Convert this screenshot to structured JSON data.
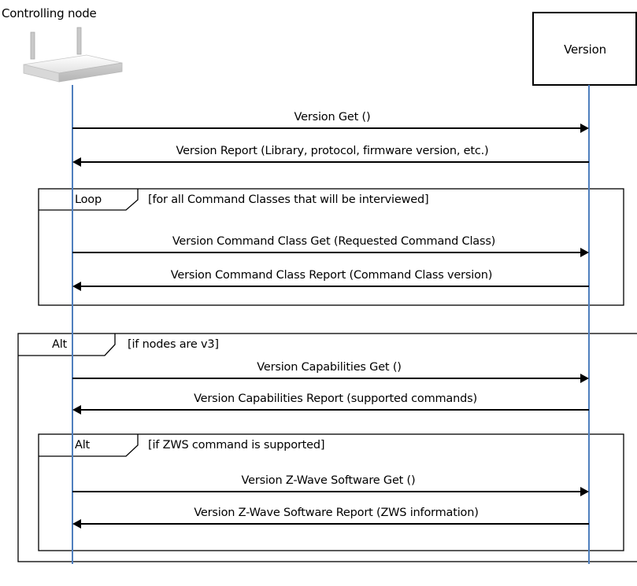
{
  "participants": {
    "controller": {
      "label": "Controlling node"
    },
    "version": {
      "label": "Version"
    }
  },
  "top_messages": [
    {
      "label": "Version Get ()",
      "direction": "to-version"
    },
    {
      "label": "Version Report (Library, protocol, firmware version, etc.)",
      "direction": "to-controller"
    }
  ],
  "loop": {
    "tag": "Loop",
    "condition": "[for all Command Classes that will be interviewed]",
    "messages": [
      {
        "label": "Version Command Class Get (Requested Command Class)",
        "direction": "to-version"
      },
      {
        "label": "Version Command Class Report (Command Class version)",
        "direction": "to-controller"
      }
    ]
  },
  "alt_outer": {
    "tag": "Alt",
    "condition": "[if nodes are v3]",
    "messages": [
      {
        "label": "Version Capabilities Get ()",
        "direction": "to-version"
      },
      {
        "label": "Version Capabilities Report (supported commands)",
        "direction": "to-controller"
      }
    ]
  },
  "alt_inner": {
    "tag": "Alt",
    "condition": "[if ZWS command is supported]",
    "messages": [
      {
        "label": "Version Z-Wave Software Get ()",
        "direction": "to-version"
      },
      {
        "label": "Version Z-Wave Software Report (ZWS information)",
        "direction": "to-controller"
      }
    ]
  },
  "colors": {
    "lifeline": "#4f7fbe",
    "frame": "#000000",
    "arrow": "#000000"
  },
  "icons": {
    "controller": "router-icon"
  }
}
